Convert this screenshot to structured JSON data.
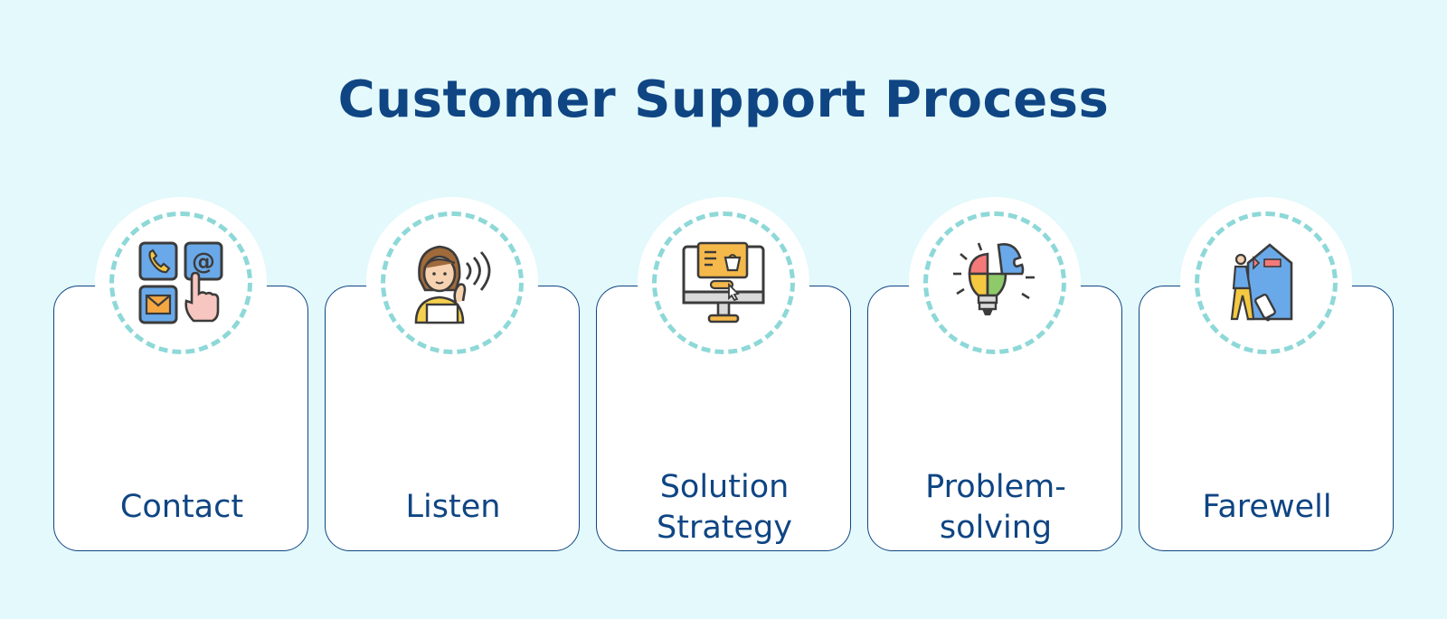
{
  "title": "Customer Support Process",
  "colors": {
    "background": "#e3f9fb",
    "accent": "#0f4583",
    "ring": "#8ed8d8",
    "card": "#ffffff"
  },
  "steps": [
    {
      "label": "Contact",
      "icon": "contact-channels-icon"
    },
    {
      "label": "Listen",
      "icon": "agent-headset-icon"
    },
    {
      "label": "Solution Strategy",
      "icon": "monitor-shopping-icon"
    },
    {
      "label": "Problem-solving",
      "icon": "lightbulb-puzzle-icon"
    },
    {
      "label": "Farewell",
      "icon": "traveler-exit-icon"
    }
  ]
}
